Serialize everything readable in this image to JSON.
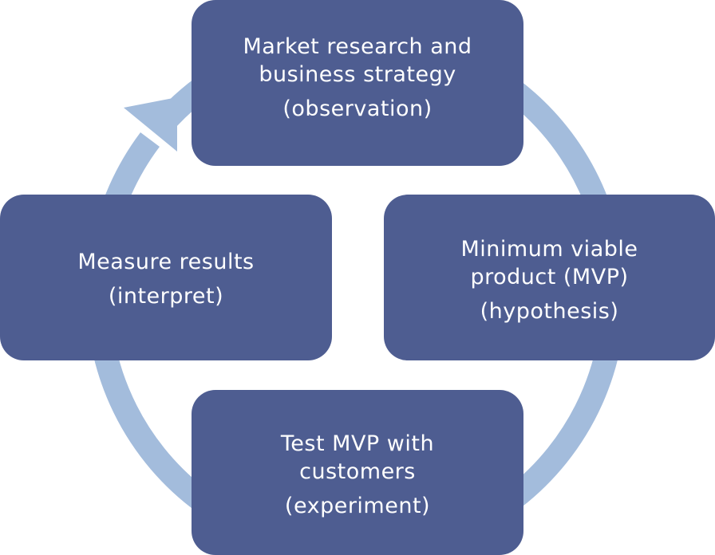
{
  "diagram": {
    "colors": {
      "box_fill": "#4e5d91",
      "cycle_arrow": "#a3bcdc",
      "text": "#ffffff",
      "background": "#ffffff"
    },
    "nodes": {
      "top": {
        "lines": [
          "Market research and",
          "business strategy"
        ],
        "stage": "(observation)"
      },
      "right": {
        "lines": [
          "Minimum viable",
          "product (MVP)"
        ],
        "stage": "(hypothesis)"
      },
      "bottom": {
        "lines": [
          "Test MVP with",
          "customers"
        ],
        "stage": "(experiment)"
      },
      "left": {
        "lines": [
          "Measure results"
        ],
        "stage": "(interpret)"
      }
    },
    "flow": [
      "top",
      "right",
      "bottom",
      "left",
      "top"
    ],
    "direction": "clockwise"
  }
}
